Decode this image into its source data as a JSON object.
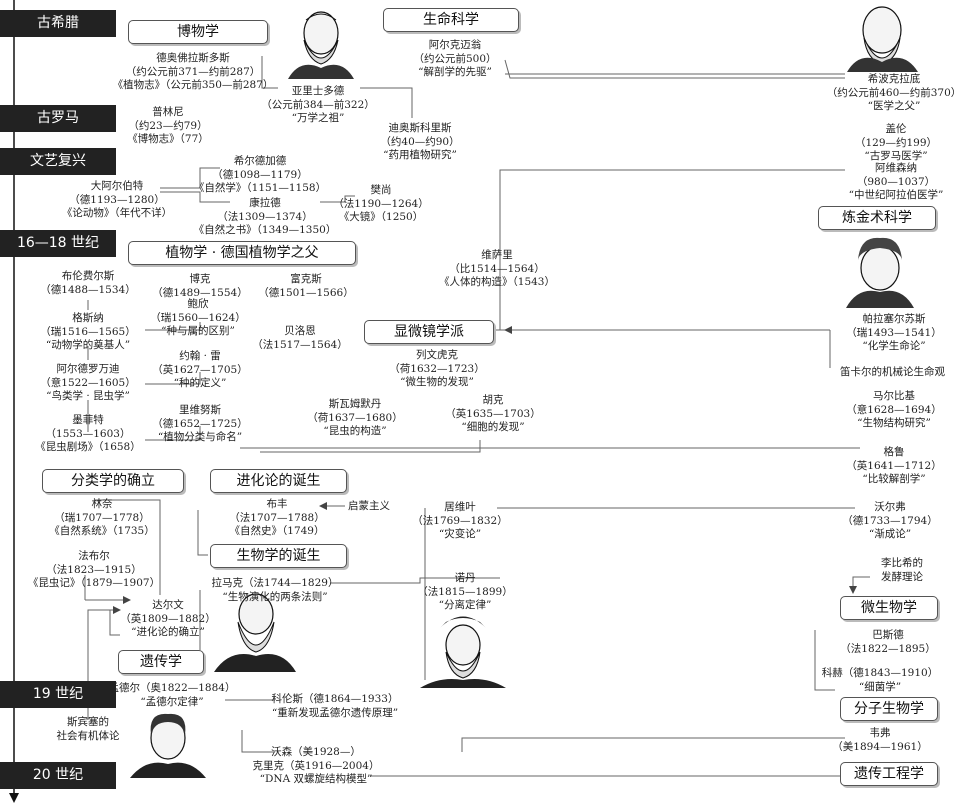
{
  "eras": [
    "古希腊",
    "古罗马",
    "文艺复兴",
    "16—18 世纪",
    "19 世纪",
    "20 世纪"
  ],
  "boxes": {
    "natural_history": "博物学",
    "life_science": "生命科学",
    "alchemy_science": "炼金术科学",
    "botany": "植物学 · 德国植物学之父",
    "microscopy": "显微镜学派",
    "taxonomy": "分类学的确立",
    "evolution_birth": "进化论的诞生",
    "biology_birth": "生物学的诞生",
    "genetics": "遗传学",
    "microbiology": "微生物学",
    "molecular_biology": "分子生物学",
    "genetic_engineering": "遗传工程学"
  },
  "people": {
    "theophrastus": "德奥佛拉斯多斯\n（约公元前371—约前287）\n《植物志》（公元前350—前287）",
    "aristotle": "亚里士多德\n（公元前384—前322）\n“万学之祖”",
    "alcmaeon": "阿尔克迈翁\n（约公元前500）\n“解剖学的先驱”",
    "hippocrates": "希波克拉底\n（约公元前460—约前370）\n“医学之父”",
    "pliny": "普林尼\n（约23—约79）\n《博物志》（77）",
    "dioscorides": "迪奥斯科里斯\n（约40—约90）\n“药用植物研究”",
    "galen": "盖伦\n（129—约199）\n“古罗马医学”",
    "avicenna": "阿维森纳\n（980—1037）\n“中世纪阿拉伯医学”",
    "hildegard": "希尔德加德\n（德1098—1179）\n《自然学》（1151—1158）",
    "albertus": "大阿尔伯特\n（德1193—1280）\n《论动物》（年代不详）",
    "konrad": "康拉德\n（法1309—1374）\n《自然之书》（1349—1350）",
    "vincent": "樊尚\n（法1190—1264）\n《大镜》（1250）",
    "vesalius": "维萨里\n（比1514—1564）\n《人体的构造》（1543）",
    "paracelsus": "帕拉塞尔苏斯\n（瑞1493—1541）\n“化学生命论”",
    "brunfels": "布伦费尔斯\n（德1488—1534）",
    "bock": "博克\n（德1489—1554）",
    "fuchs": "富克斯\n（德1501—1566）",
    "gesner": "格斯纳\n（瑞1516—1565）\n“动物学的奠基人”",
    "bauhin": "鲍欣\n（瑞1560—1624）\n“种与属的区别”",
    "belon": "贝洛恩\n（法1517—1564）",
    "aldrovandi": "阿尔德罗万迪\n（意1522—1605）\n“鸟类学 · 昆虫学”",
    "ray": "约翰 · 雷\n（英1627—1705）\n“种的定义”",
    "leeuwenhoek": "列文虎克\n（荷1632—1723）\n“微生物的发现”",
    "descartes": "笛卡尔的机械论生命观",
    "moffett": "墨菲特\n（1553—1603）\n《昆虫剧场》（1658）",
    "rivinus": "里维努斯\n（德1652—1725）\n“植物分类与命名”",
    "swammerdam": "斯瓦姆默丹\n（荷1637—1680）\n“昆虫的构造”",
    "hooke": "胡克\n（英1635—1703）\n“细胞的发现”",
    "malpighi": "马尔比基\n（意1628—1694）\n“生物结构研究”",
    "grew": "格鲁\n（英1641—1712）\n“比较解剖学”",
    "linnaeus": "林奈\n（瑞1707—1778）\n《自然系统》（1735）",
    "buffon": "布丰\n（法1707—1788）\n《自然史》（1749）",
    "enlightenment": "启蒙主义",
    "cuvier": "居维叶\n（法1769—1832）\n“灾变论”",
    "wolff": "沃尔弗\n（德1733—1794）\n“渐成论”",
    "fabre": "法布尔\n（法1823—1915）\n《昆虫记》（1879—1907）",
    "lamarck": "拉马克（法1744—1829）\n“生物演化的两条法则”",
    "darwin": "达尔文\n（英1809—1882）\n“进化论的确立”",
    "dunant": "诺丹\n（法1815—1899）\n“分离定律”",
    "liebig": "李比希的\n发酵理论",
    "pasteur": "巴斯德\n（法1822—1895）",
    "koch": "科赫（德1843—1910）\n“细菌学”",
    "mendel": "孟德尔（奥1822—1884）\n“孟德尔定律”",
    "correns": "科伦斯（德1864—1933）\n“重新发现孟德尔遗传原理”",
    "spencer": "斯宾塞的\n社会有机体论",
    "watson_crick": "沃森（美1928—）\n克里克（英1916—2004）\n“DNA 双螺旋结构模型”",
    "weaver": "韦弗\n（美1894—1961）"
  }
}
